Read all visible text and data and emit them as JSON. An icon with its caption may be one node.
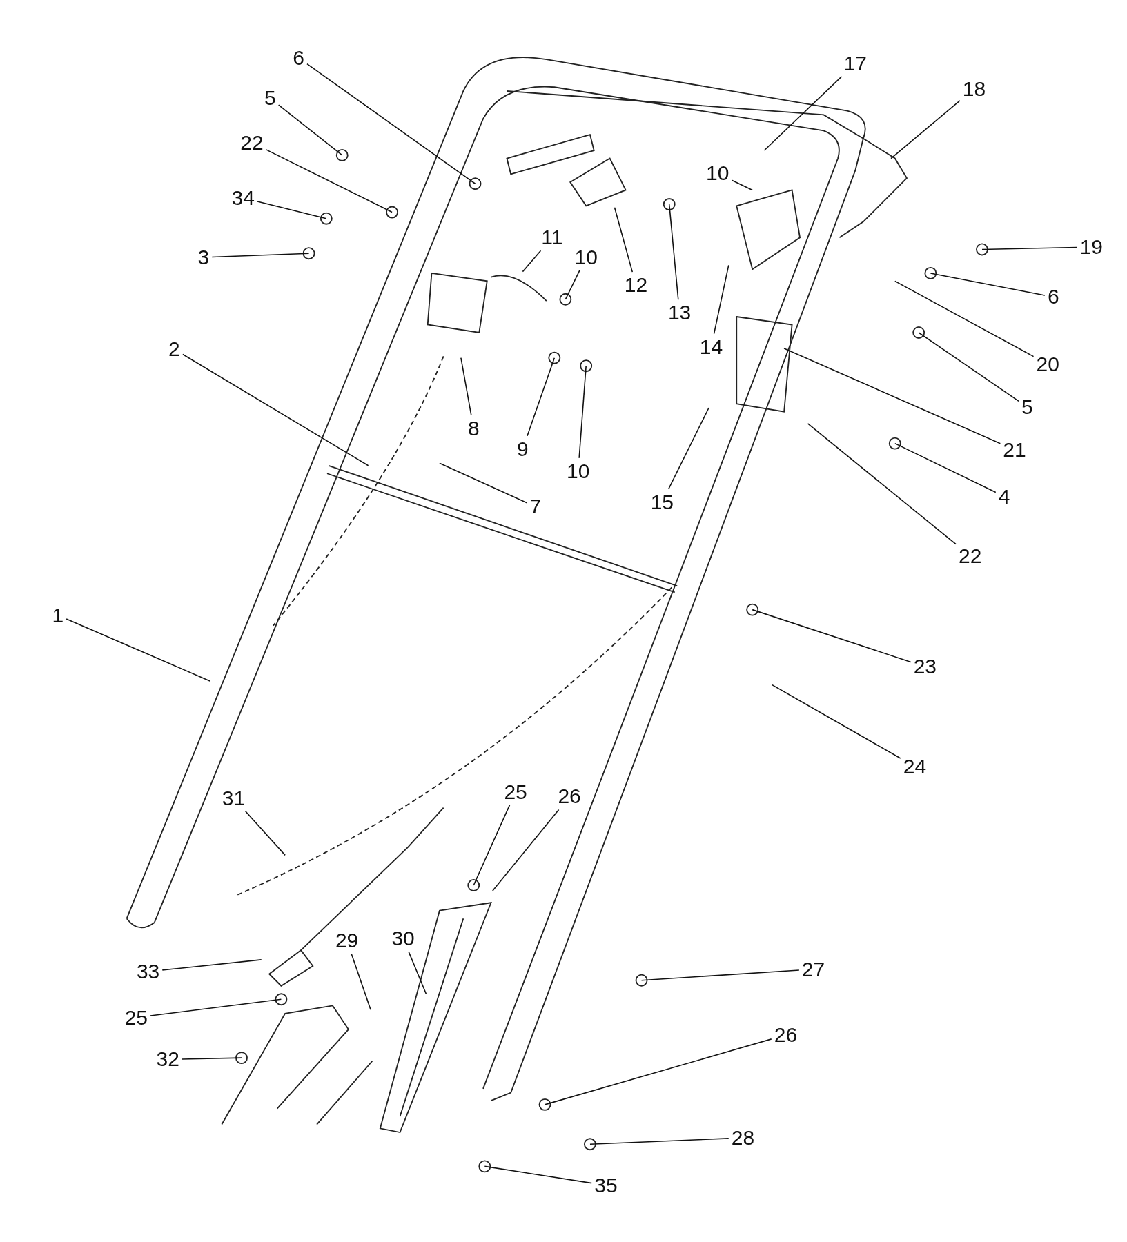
{
  "diagram": {
    "nodes": [
      {
        "text": [
          "6"
        ]
      },
      {
        "text": [
          "5"
        ]
      },
      {
        "text": [
          "22"
        ]
      },
      {
        "text": [
          "34"
        ]
      },
      {
        "text": [
          "3"
        ]
      },
      {
        "text": [
          "2"
        ]
      },
      {
        "text": [
          "1"
        ]
      },
      {
        "text": [
          "11"
        ]
      },
      {
        "text": [
          "10"
        ]
      },
      {
        "text": [
          "12"
        ]
      },
      {
        "text": [
          "13"
        ]
      },
      {
        "text": [
          "10"
        ]
      },
      {
        "text": [
          "17"
        ]
      },
      {
        "text": [
          "18"
        ]
      },
      {
        "text": [
          "19"
        ]
      },
      {
        "text": [
          "6"
        ]
      },
      {
        "text": [
          "20"
        ]
      },
      {
        "text": [
          "5"
        ]
      },
      {
        "text": [
          "21"
        ]
      },
      {
        "text": [
          "4"
        ]
      },
      {
        "text": [
          "22"
        ]
      },
      {
        "text": [
          "14"
        ]
      },
      {
        "text": [
          "15"
        ]
      },
      {
        "text": [
          "8"
        ]
      },
      {
        "text": [
          "9"
        ]
      },
      {
        "text": [
          "10"
        ]
      },
      {
        "text": [
          "7"
        ]
      },
      {
        "text": [
          "23"
        ]
      },
      {
        "text": [
          "24"
        ]
      },
      {
        "text": [
          "31"
        ]
      },
      {
        "text": [
          "25"
        ]
      },
      {
        "text": [
          "26"
        ]
      },
      {
        "text": [
          "27"
        ]
      },
      {
        "text": [
          "33"
        ]
      },
      {
        "text": [
          "29"
        ]
      },
      {
        "text": [
          "30"
        ]
      },
      {
        "text": [
          "25"
        ]
      },
      {
        "text": [
          "32"
        ]
      },
      {
        "text": [
          "26"
        ]
      },
      {
        "text": [
          "28"
        ]
      },
      {
        "text": [
          "35"
        ]
      }
    ],
    "edges": [
      {
        "from": 0,
        "to": null,
        "arrow": "none"
      },
      {
        "from": 1,
        "to": null,
        "arrow": "none"
      },
      {
        "from": 2,
        "to": null,
        "arrow": "none"
      },
      {
        "from": 3,
        "to": null,
        "arrow": "none"
      },
      {
        "from": 4,
        "to": null,
        "arrow": "none"
      },
      {
        "from": 5,
        "to": null,
        "arrow": "none"
      },
      {
        "from": 6,
        "to": null,
        "arrow": "none"
      },
      {
        "from": 7,
        "to": null,
        "arrow": "none"
      },
      {
        "from": 8,
        "to": null,
        "arrow": "none"
      },
      {
        "from": 9,
        "to": null,
        "arrow": "none"
      },
      {
        "from": 10,
        "to": null,
        "arrow": "none"
      },
      {
        "from": 11,
        "to": null,
        "arrow": "none"
      },
      {
        "from": 12,
        "to": null,
        "arrow": "none"
      },
      {
        "from": 13,
        "to": null,
        "arrow": "none"
      },
      {
        "from": 14,
        "to": null,
        "arrow": "none"
      },
      {
        "from": 15,
        "to": null,
        "arrow": "none"
      },
      {
        "from": 16,
        "to": null,
        "arrow": "none"
      },
      {
        "from": 17,
        "to": null,
        "arrow": "none"
      },
      {
        "from": 18,
        "to": null,
        "arrow": "none"
      },
      {
        "from": 19,
        "to": null,
        "arrow": "none"
      },
      {
        "from": 20,
        "to": null,
        "arrow": "none"
      },
      {
        "from": 21,
        "to": null,
        "arrow": "none"
      },
      {
        "from": 22,
        "to": null,
        "arrow": "none"
      },
      {
        "from": 23,
        "to": null,
        "arrow": "none"
      },
      {
        "from": 24,
        "to": null,
        "arrow": "none"
      },
      {
        "from": 25,
        "to": null,
        "arrow": "none"
      },
      {
        "from": 26,
        "to": null,
        "arrow": "none"
      },
      {
        "from": 27,
        "to": null,
        "arrow": "none"
      },
      {
        "from": 28,
        "to": null,
        "arrow": "none"
      },
      {
        "from": 29,
        "to": null,
        "arrow": "none"
      },
      {
        "from": 30,
        "to": null,
        "arrow": "none"
      },
      {
        "from": 31,
        "to": null,
        "arrow": "none"
      },
      {
        "from": 32,
        "to": null,
        "arrow": "none"
      },
      {
        "from": 33,
        "to": null,
        "arrow": "none"
      },
      {
        "from": 34,
        "to": null,
        "arrow": "none"
      },
      {
        "from": 35,
        "to": null,
        "arrow": "none"
      },
      {
        "from": 36,
        "to": null,
        "arrow": "none"
      },
      {
        "from": 37,
        "to": null,
        "arrow": "none"
      },
      {
        "from": 38,
        "to": null,
        "arrow": "none"
      },
      {
        "from": 39,
        "to": null,
        "arrow": "none"
      },
      {
        "from": 40,
        "to": null,
        "arrow": "none"
      }
    ]
  }
}
